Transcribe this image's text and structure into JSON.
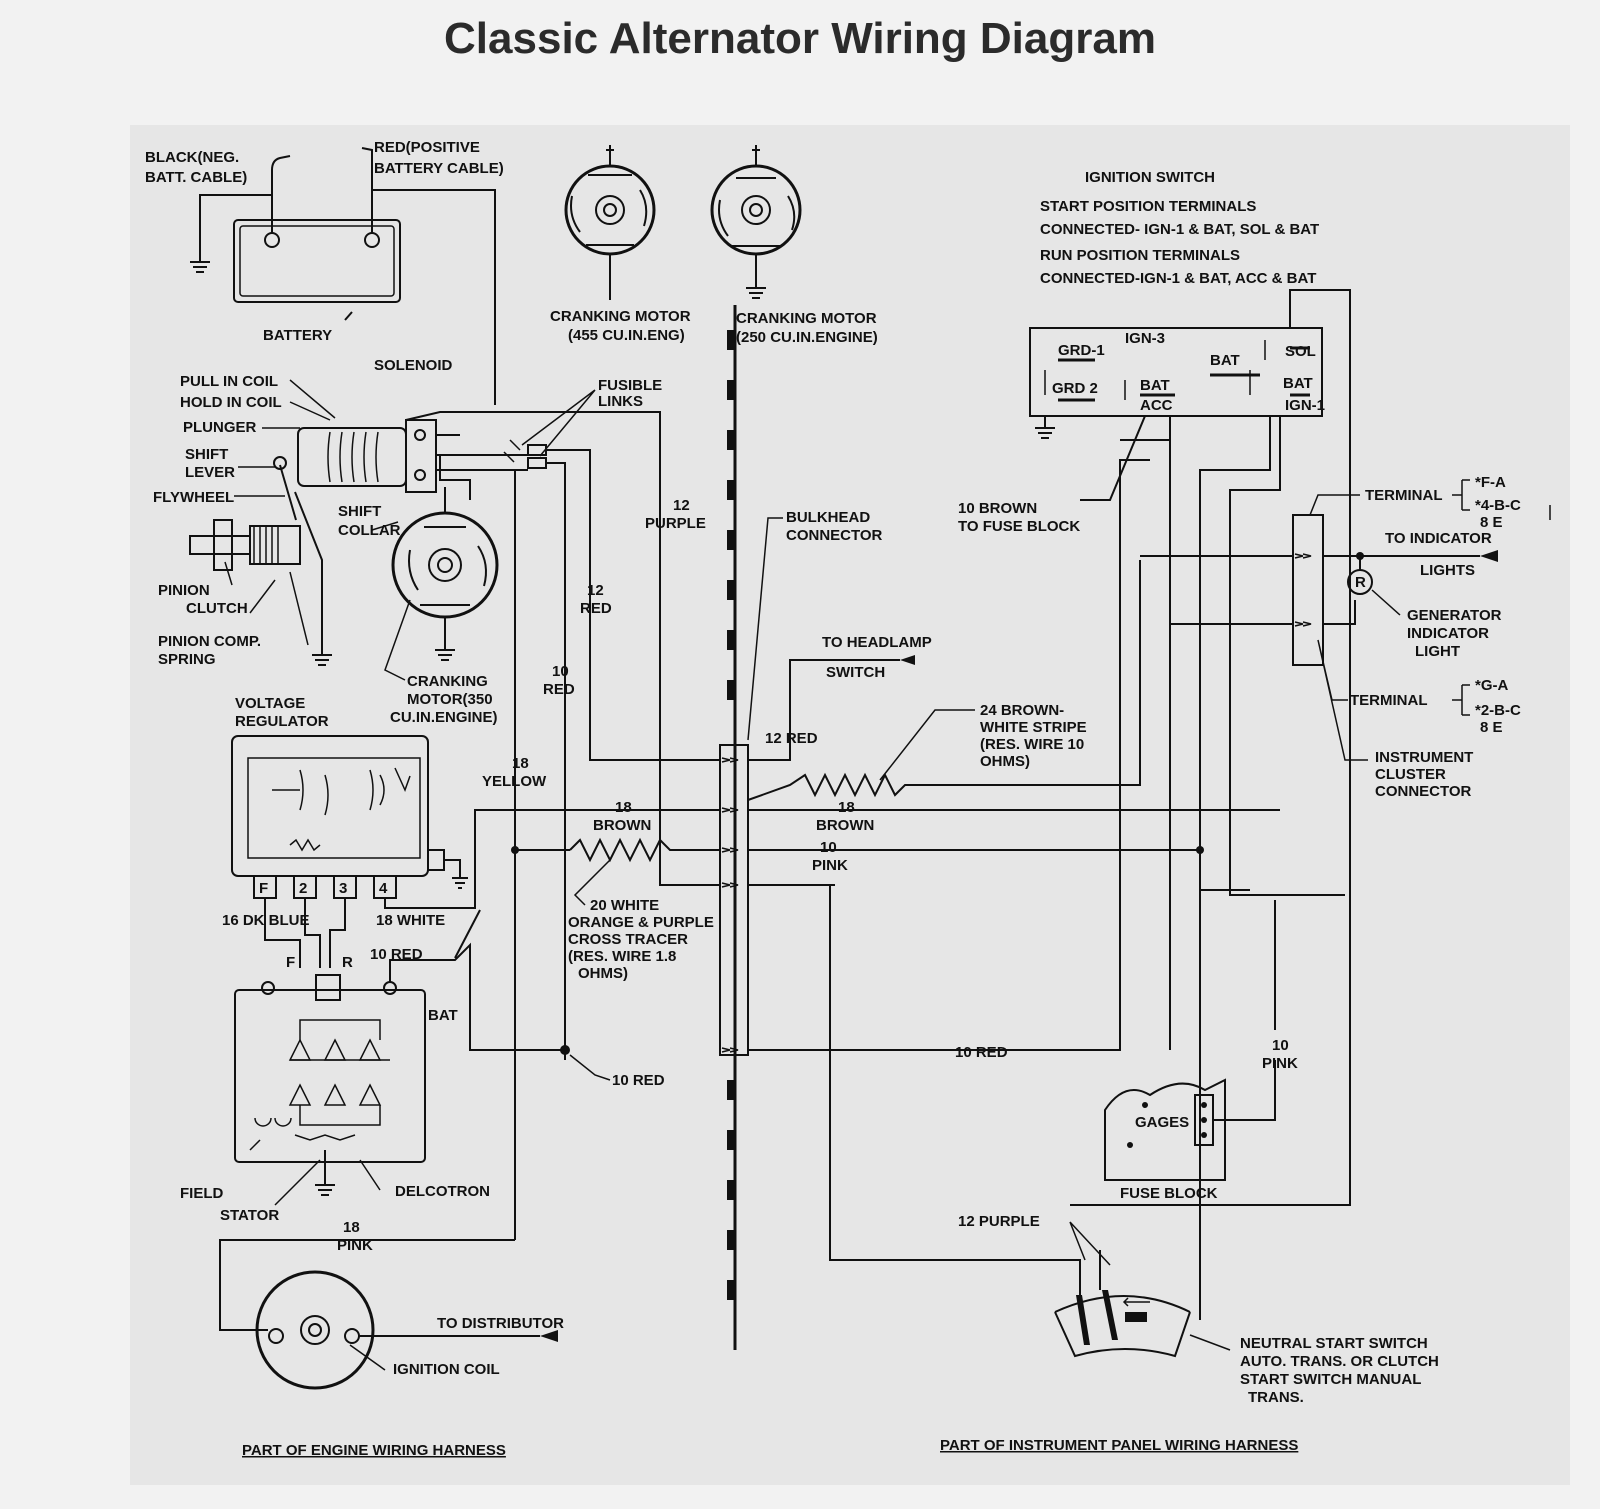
{
  "title": "Classic Alternator Wiring Diagram",
  "labels": {
    "black_neg": "BLACK(NEG.",
    "batt_cable": "BATT. CABLE)",
    "red_pos": "RED(POSITIVE",
    "battery_cable": "BATTERY CABLE)",
    "battery": "BATTERY",
    "solenoid": "SOLENOID",
    "pull_in_coil": "PULL IN COIL",
    "hold_in_coil": "HOLD IN COIL",
    "plunger": "PLUNGER",
    "shift": "SHIFT",
    "lever": "LEVER",
    "flywheel": "FLYWHEEL",
    "shift_collar_1": "SHIFT",
    "shift_collar_2": "COLLAR",
    "pinion": "PINION",
    "clutch": "CLUTCH",
    "pinion_comp": "PINION COMP.",
    "spring": "SPRING",
    "cranking_motor_455_1": "CRANKING MOTOR",
    "cranking_motor_455_2": "(455 CU.IN.ENG)",
    "cranking_motor_250_1": "CRANKING MOTOR",
    "cranking_motor_250_2": "(250 CU.IN.ENGINE)",
    "fusible_1": "FUSIBLE",
    "fusible_2": "LINKS",
    "purple_12_a": "12",
    "purple_12_b": "PURPLE",
    "red_12_a": "12",
    "red_12_b": "RED",
    "red_10_a": "10",
    "red_10_b": "RED",
    "cranking_350_1": "CRANKING",
    "cranking_350_2": "MOTOR(350",
    "cranking_350_3": "CU.IN.ENGINE)",
    "bulkhead_1": "BULKHEAD",
    "bulkhead_2": "CONNECTOR",
    "headlamp_1": "TO HEADLAMP",
    "headlamp_2": "SWITCH",
    "red_12_conn": "12 RED",
    "voltage_1": "VOLTAGE",
    "voltage_2": "REGULATOR",
    "yellow_18_a": "18",
    "yellow_18_b": "YELLOW",
    "brown_18_left_a": "18",
    "brown_18_left_b": "BROWN",
    "brown_18_right_a": "18",
    "brown_18_right_b": "BROWN",
    "pink_10_right_a": "10",
    "pink_10_right_b": "PINK",
    "brown_white_1": "24 BROWN-",
    "brown_white_2": "WHITE STRIPE",
    "brown_white_3": "(RES. WIRE 10",
    "brown_white_4": "OHMS)",
    "white_20_1": "20 WHITE",
    "white_20_2": "ORANGE & PURPLE",
    "white_20_3": "CROSS TRACER",
    "white_20_4": "(RES. WIRE 1.8",
    "white_20_5": "OHMS)",
    "term_f": "F",
    "term_2": "2",
    "term_3": "3",
    "term_4": "4",
    "dk_blue": "16 DK BLUE",
    "white_18": "18 WHITE",
    "f_r_f": "F",
    "f_r_r": "R",
    "red_10_alt": "10 RED",
    "bat": "BAT",
    "red_10_bottom": "10 RED",
    "red_10_long": "10 RED",
    "field": "FIELD",
    "stator": "STATOR",
    "delcotron": "DELCOTRON",
    "pink_18_a": "18",
    "pink_18_b": "PINK",
    "to_distributor": "TO DISTRIBUTOR",
    "ignition_coil": "IGNITION COIL",
    "engine_harness": "PART OF ENGINE WIRING HARNESS",
    "ign_switch": "IGNITION SWITCH",
    "start_pos": "START POSITION TERMINALS",
    "start_conn": "CONNECTED- IGN-1 & BAT, SOL & BAT",
    "run_pos": "RUN POSITION TERMINALS",
    "run_conn": "CONNECTED-IGN-1 & BAT, ACC & BAT",
    "grd1": "GRD-1",
    "ign3": "IGN-3",
    "grd2": "GRD 2",
    "bat_sw": "BAT",
    "acc": "ACC",
    "bat_top": "BAT",
    "sol": "SOL",
    "bat_right": "BAT",
    "ign1": "IGN-1",
    "brown_10_1": "10 BROWN",
    "brown_10_2": "TO FUSE BLOCK",
    "terminal_top": "TERMINAL",
    "fa": "*F-A",
    "bc4": "*4-B-C",
    "e8_top": "8 E",
    "to_indicator": "TO INDICATOR",
    "lights": "LIGHTS",
    "r": "R",
    "gen_1": "GENERATOR",
    "gen_2": "INDICATOR",
    "gen_3": "LIGHT",
    "terminal_bottom": "TERMINAL",
    "ga": "*G-A",
    "bc2": "*2-B-C",
    "e8_bottom": "8 E",
    "cluster_1": "INSTRUMENT",
    "cluster_2": "CLUSTER",
    "cluster_3": "CONNECTOR",
    "pink_10_fuse_a": "10",
    "pink_10_fuse_b": "PINK",
    "gages": "GAGES",
    "fuse_block": "FUSE BLOCK",
    "purple_12_bottom": "12 PURPLE",
    "neutral_1": "NEUTRAL START SWITCH",
    "neutral_2": "AUTO. TRANS. OR CLUTCH",
    "neutral_3": "START SWITCH MANUAL",
    "neutral_4": "TRANS.",
    "panel_harness": "PART OF INSTRUMENT PANEL WIRING HARNESS"
  }
}
